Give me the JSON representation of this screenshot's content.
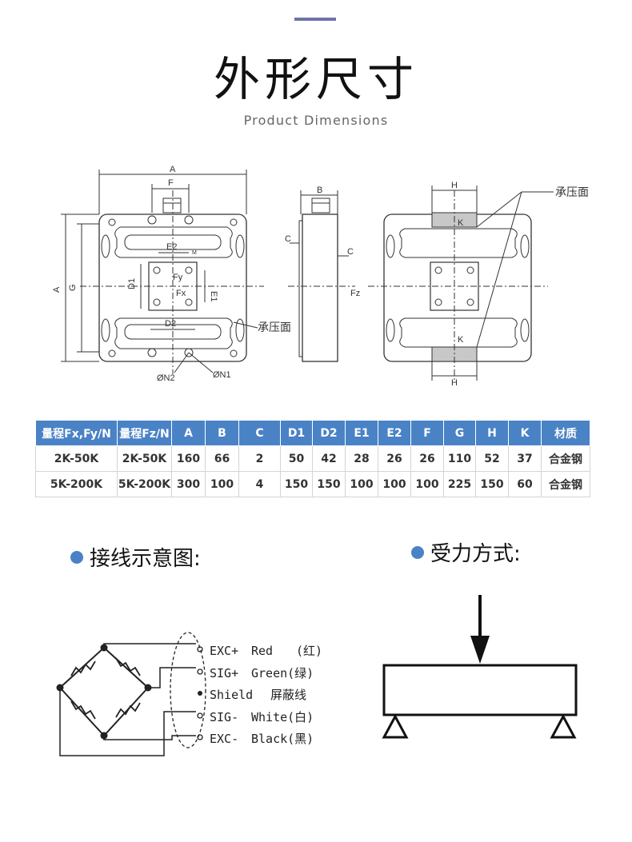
{
  "header": {
    "title": "外形尺寸",
    "subtitle": "Product Dimensions"
  },
  "drawing_labels": {
    "A_top": "A",
    "F": "F",
    "A_side": "A",
    "G": "G",
    "E2": "E2",
    "D1": "D1",
    "E1": "E1",
    "D2": "D2",
    "M": "M",
    "Fy": "Fy",
    "Fx": "Fx",
    "N2": "ØN2",
    "N1": "ØN1",
    "pressure_face_1": "承压面",
    "B": "B",
    "C1": "C",
    "C2": "C",
    "Fz": "Fz",
    "H_top": "H",
    "H_bottom": "H",
    "K_top": "K",
    "K_bottom": "K",
    "pressure_face_2": "承压面"
  },
  "table": {
    "headers": [
      "量程Fx,Fy/N",
      "量程Fz/N",
      "A",
      "B",
      "C",
      "D1",
      "D2",
      "E1",
      "E2",
      "F",
      "G",
      "H",
      "K",
      "材质"
    ],
    "rows": [
      [
        "2K-50K",
        "2K-50K",
        "160",
        "66",
        "2",
        "50",
        "42",
        "28",
        "26",
        "26",
        "110",
        "52",
        "37",
        "合金钢"
      ],
      [
        "5K-200K",
        "5K-200K",
        "300",
        "100",
        "4",
        "150",
        "150",
        "100",
        "100",
        "100",
        "225",
        "150",
        "60",
        "合金钢"
      ]
    ]
  },
  "wiring": {
    "heading": "接线示意图:",
    "lines": [
      {
        "pin": "EXC+",
        "color": "Red",
        "cn": "(红)"
      },
      {
        "pin": "SIG+",
        "color": "Green",
        "cn": "(绿)"
      },
      {
        "pin": "Shield",
        "color": "",
        "cn": "屏蔽线"
      },
      {
        "pin": "SIG-",
        "color": "White",
        "cn": "(白)"
      },
      {
        "pin": "EXC-",
        "color": "Black",
        "cn": "(黑)"
      }
    ]
  },
  "force": {
    "heading": "受力方式:"
  },
  "colors": {
    "accent": "#4a82c6",
    "top_bar": "#6e74a8"
  }
}
